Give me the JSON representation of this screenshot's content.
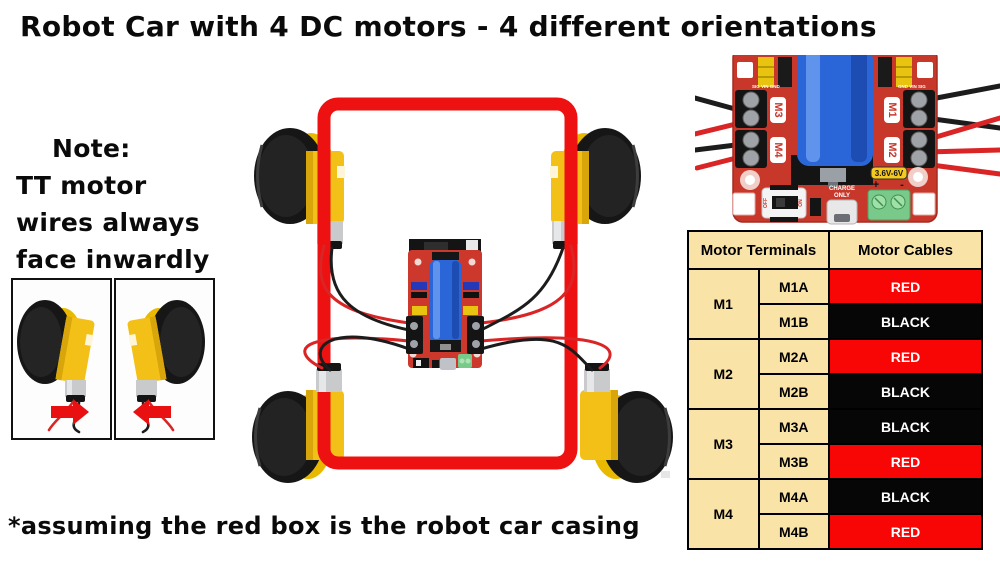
{
  "title": "Robot Car with 4 DC motors - 4 different orientations",
  "note": {
    "heading": "Note:",
    "lines": [
      "TT motor",
      "wires always",
      "face inwardly"
    ]
  },
  "footnote": "*assuming the red box is the robot car casing",
  "wheel_insets": [
    {
      "description": "TT motor wheel, wires facing right",
      "arrow": "points-right"
    },
    {
      "description": "TT motor wheel mirrored, wires facing left",
      "arrow": "points-left"
    }
  ],
  "board_closeup": {
    "labels": {
      "m1": "M1",
      "m2": "M2",
      "m3": "M3",
      "m4": "M4",
      "voltage": "3.6V-6V",
      "charge_line1": "CHARGE",
      "charge_line2": "ONLY",
      "plus": "+",
      "minus": "-",
      "on": "ON",
      "off": "OFF",
      "pins_left": "SIG VIN GND",
      "pins_right": "GND VIN SIG"
    }
  },
  "table": {
    "headers": [
      "Motor Terminals",
      "Motor Cables"
    ],
    "groups": [
      {
        "label": "M1",
        "terminals": [
          {
            "id": "M1A",
            "cable": "RED",
            "bg": "#f80606"
          },
          {
            "id": "M1B",
            "cable": "BLACK",
            "bg": "#060606"
          }
        ]
      },
      {
        "label": "M2",
        "terminals": [
          {
            "id": "M2A",
            "cable": "RED",
            "bg": "#f80606"
          },
          {
            "id": "M2B",
            "cable": "BLACK",
            "bg": "#060606"
          }
        ]
      },
      {
        "label": "M3",
        "terminals": [
          {
            "id": "M3A",
            "cable": "BLACK",
            "bg": "#060606"
          },
          {
            "id": "M3B",
            "cable": "RED",
            "bg": "#f80606"
          }
        ]
      },
      {
        "label": "M4",
        "terminals": [
          {
            "id": "M4A",
            "cable": "BLACK",
            "bg": "#060606"
          },
          {
            "id": "M4B",
            "cable": "RED",
            "bg": "#f80606"
          }
        ]
      }
    ]
  },
  "colors": {
    "casing_red": "#ee1111",
    "table_tan": "#f9e3a6",
    "cable_red": "#f80606",
    "cable_black": "#060606",
    "pcb_red": "#c7382b",
    "battery_blue": "#2b66d9",
    "wheel_yellow": "#f3c018",
    "tire_black": "#161616",
    "wire_red": "#d92525",
    "wire_black": "#1c1c1c"
  }
}
